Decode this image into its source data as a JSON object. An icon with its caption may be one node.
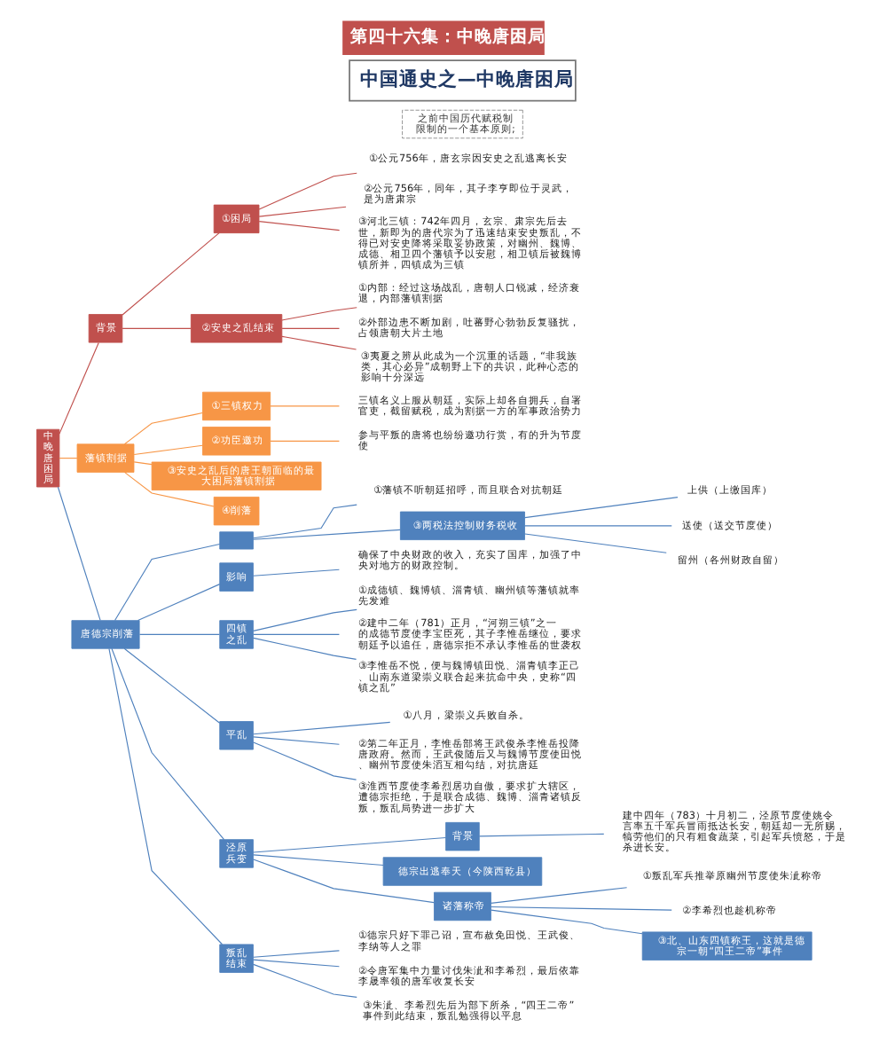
{
  "diagram": {
    "title": "第四十六集：中晚唐困局",
    "nodes": [
      {
        "text": [
          "中晚唐困局"
        ]
      },
      {
        "text": [
          "背景"
        ]
      },
      {
        "text": [
          "①困局"
        ]
      },
      {
        "text": [
          "①公元756年，唐玄宗因安史之乱逃离长安"
        ]
      },
      {
        "text": [
          "②公元756年，同年，其子李亨即位于灵武，是为唐肃宗"
        ]
      },
      {
        "text": [
          "③河北三镇：742年四月，玄宗、肃宗先后去世，新即为的唐代宗为了迅速结束安史叛乱，不得已对安史降将采取妥协政策，对幽州、魏博、成德、相卫四个藩镇予以安慰，相卫镇后被魏博镇所并，四镇成为三镇"
        ]
      },
      {
        "text": [
          "②安史之乱结束"
        ]
      },
      {
        "text": [
          "①内部：经过这场战乱，唐朝人口锐减，经济衰退，内部藩镇割据"
        ]
      },
      {
        "text": [
          "②外部边患不断加剧，吐蕃野心勃勃反复骚扰，占领唐朝大片土地"
        ]
      },
      {
        "text": [
          "③夷夏之辨从此成为一个沉重的话题，“非我族类，其心必异”成朝野上下的共识，此种心态的影响十分深远"
        ]
      },
      {
        "text": [
          "藩镇割据"
        ]
      },
      {
        "text": [
          "①三镇权力"
        ]
      },
      {
        "text": [
          "三镇名义上服从朝廷，实际上却各自拥兵，自署官吏，截留赋税，成为割据一方的军事政治势力"
        ]
      },
      {
        "text": [
          "②功臣邀功"
        ]
      },
      {
        "text": [
          "参与平叛的唐将也纷纷邀功行赏，有的升为节度使"
        ]
      },
      {
        "text": [
          "③安史之乱后的唐王朝面临的最大困局藩镇割据"
        ]
      },
      {
        "text": [
          "④削藩"
        ]
      },
      {
        "text": [
          "唐德宗削藩"
        ]
      },
      {
        "text": [],
        "shape": "box"
      },
      {
        "text": [
          "①藩镇不听朝廷招呼，而且联合对抗朝廷"
        ]
      },
      {
        "text": [
          "③两税法控制财务税收"
        ]
      },
      {
        "text": [
          "上供（上缴国库）"
        ]
      },
      {
        "text": [
          "送使（送交节度使）"
        ]
      },
      {
        "text": [
          "留州（各州财政自留）"
        ]
      },
      {
        "text": [
          "之前中国历代赋税制",
          "限制的一个基本原则;"
        ]
      },
      {
        "text": [
          "影响"
        ]
      },
      {
        "text": [
          "确保了中央财政的收入，充实了国库，加强了中央对地方的财政控制。"
        ]
      },
      {
        "text": [
          "四镇之乱"
        ]
      },
      {
        "text": [
          "①成德镇、魏博镇、淄青镇、幽州镇等藩镇就率先发难"
        ]
      },
      {
        "text": [
          "②建中二年（781）正月，“河朔三镇”之一的成德节度使李宝臣死，其子李惟岳继位，要求朝廷予以追任，唐德宗拒不承认李惟岳的世袭权"
        ]
      },
      {
        "text": [
          "③李惟岳不悦，便与魏博镇田悦、淄青镇李正己、山南东道梁崇义联合起来抗命中央，史称“四镇之乱”"
        ]
      },
      {
        "text": [
          "平乱"
        ]
      },
      {
        "text": [
          "①八月，梁崇义兵败自杀。"
        ]
      },
      {
        "text": [
          "②第二年正月，李惟岳部将王武俊杀李惟岳投降唐政府。然而，王武俊随后又与魏博节度使田悦、幽州节度使朱滔互相勾结，对抗唐廷"
        ]
      },
      {
        "text": [
          "③淮西节度使李希烈居功自傲，要求扩大辖区，遭德宗拒绝，于是联合成德、魏博、淄青诸镇反叛，叛乱局势进一步扩大"
        ]
      },
      {
        "text": [
          "泾原兵变"
        ]
      },
      {
        "text": [
          "背景"
        ]
      },
      {
        "text": [
          "建中四年（783）十月初二，泾原节度使姚令言率五千军兵冒雨抵达长安，朝廷却一无所赐，犒劳他们的只有粗食蔬菜，引起军兵愤怒，于是杀进长安。"
        ]
      },
      {
        "text": [
          "德宗出逃奉天（今陕西乾县）"
        ]
      },
      {
        "text": [
          "诸藩称帝"
        ]
      },
      {
        "text": [
          "①叛乱军兵推举原幽州节度使朱泚称帝"
        ]
      },
      {
        "text": [
          "②李希烈也趁机称帝"
        ]
      },
      {
        "text": [
          "③北、山东四镇称王，这就是德宗一朝“四王二帝”事件"
        ]
      },
      {
        "text": [
          "叛乱结束"
        ]
      },
      {
        "text": [
          "①德宗只好下罪己诏，宣布赦免田悦、王武俊、李纳等人之罪"
        ]
      },
      {
        "text": [
          "②令唐军集中力量讨伐朱泚和李希烈，最后依靠李晟率领的唐军收复长安"
        ]
      },
      {
        "text": [
          "③朱泚、李希烈先后为部下所杀，“四王二帝”事件到此结束，叛乱勉强得以平息"
        ]
      }
    ],
    "edges": [
      {
        "from": 0,
        "to": 1,
        "arrow": "none",
        "color": "#c0504d"
      },
      {
        "from": 1,
        "to": 2,
        "arrow": "none",
        "color": "#c0504d"
      },
      {
        "from": 2,
        "to": 3,
        "arrow": "none",
        "color": "#c0504d"
      },
      {
        "from": 2,
        "to": 4,
        "arrow": "none",
        "color": "#c0504d"
      },
      {
        "from": 2,
        "to": 5,
        "arrow": "none",
        "color": "#c0504d"
      },
      {
        "from": 1,
        "to": 6,
        "arrow": "none",
        "color": "#c0504d"
      },
      {
        "from": 6,
        "to": 7,
        "arrow": "none",
        "color": "#c0504d"
      },
      {
        "from": 6,
        "to": 8,
        "arrow": "none",
        "color": "#c0504d"
      },
      {
        "from": 6,
        "to": 9,
        "arrow": "none",
        "color": "#c0504d"
      },
      {
        "from": 0,
        "to": 10,
        "arrow": "none",
        "color": "#f79646"
      },
      {
        "from": 10,
        "to": 11,
        "arrow": "none",
        "color": "#f79646"
      },
      {
        "from": 11,
        "to": 12,
        "arrow": "none",
        "color": "#f79646"
      },
      {
        "from": 10,
        "to": 13,
        "arrow": "none",
        "color": "#f79646"
      },
      {
        "from": 13,
        "to": 14,
        "arrow": "none",
        "color": "#f79646"
      },
      {
        "from": 10,
        "to": 15,
        "arrow": "none",
        "color": "#f79646"
      },
      {
        "from": 10,
        "to": 16,
        "arrow": "none",
        "color": "#f79646"
      },
      {
        "from": 0,
        "to": 17,
        "arrow": "none"
      },
      {
        "from": 17,
        "to": 18,
        "arrow": "none"
      },
      {
        "from": 18,
        "to": 19,
        "arrow": "none"
      },
      {
        "from": 18,
        "to": 20,
        "arrow": "none"
      },
      {
        "from": 20,
        "to": 21,
        "arrow": "none"
      },
      {
        "from": 20,
        "to": 22,
        "arrow": "none"
      },
      {
        "from": 20,
        "to": 23,
        "arrow": "none"
      },
      {
        "from": 17,
        "to": 25,
        "arrow": "none"
      },
      {
        "from": 25,
        "to": 26,
        "arrow": "none"
      },
      {
        "from": 17,
        "to": 27,
        "arrow": "none"
      },
      {
        "from": 27,
        "to": 28,
        "arrow": "none"
      },
      {
        "from": 27,
        "to": 29,
        "arrow": "none"
      },
      {
        "from": 27,
        "to": 30,
        "arrow": "none"
      },
      {
        "from": 17,
        "to": 31,
        "arrow": "none"
      },
      {
        "from": 31,
        "to": 32,
        "arrow": "none"
      },
      {
        "from": 31,
        "to": 33,
        "arrow": "none"
      },
      {
        "from": 31,
        "to": 34,
        "arrow": "none"
      },
      {
        "from": 17,
        "to": 35,
        "arrow": "none"
      },
      {
        "from": 35,
        "to": 36,
        "arrow": "none"
      },
      {
        "from": 36,
        "to": 37,
        "arrow": "none"
      },
      {
        "from": 35,
        "to": 38,
        "arrow": "none"
      },
      {
        "from": 35,
        "to": 39,
        "arrow": "none"
      },
      {
        "from": 39,
        "to": 40,
        "arrow": "none"
      },
      {
        "from": 39,
        "to": 41,
        "arrow": "none"
      },
      {
        "from": 39,
        "to": 42,
        "arrow": "none"
      },
      {
        "from": 17,
        "to": 43,
        "arrow": "none"
      },
      {
        "from": 43,
        "to": 44,
        "arrow": "none"
      },
      {
        "from": 43,
        "to": 45,
        "arrow": "none"
      },
      {
        "from": 43,
        "to": 46,
        "arrow": "none"
      }
    ],
    "labels": [
      "中国通史之—中晚唐困局"
    ]
  }
}
